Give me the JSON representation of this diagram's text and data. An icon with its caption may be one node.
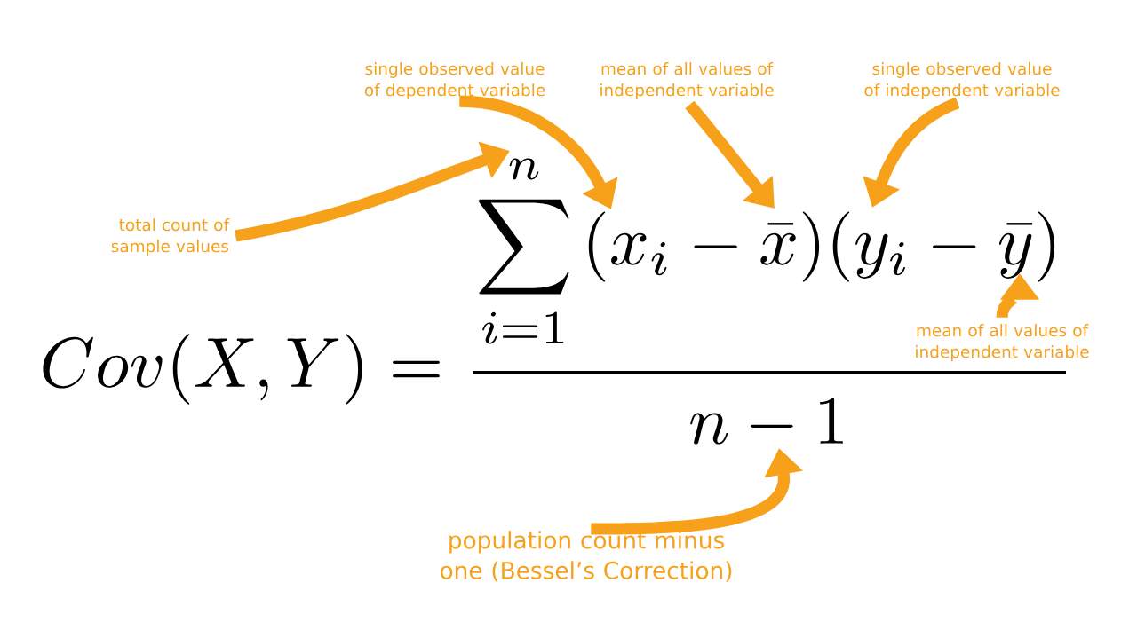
{
  "diagram": {
    "nodes": [
      {
        "text": [
          "total count of sample values"
        ]
      },
      {
        "text": [
          "single observed value of dependent variable"
        ]
      },
      {
        "text": [
          "mean of all values of independent variable"
        ]
      },
      {
        "text": [
          "single observed value of independent variable"
        ]
      },
      {
        "text": [
          "mean of all values of independent variable"
        ]
      },
      {
        "text": [
          "population count minus one (Bessel’s Correction)"
        ]
      },
      {
        "text": [
          "\\sum\\limits_{i=1}^{n}"
        ]
      },
      {
        "text": [
          "(x_i - \\bar{x})(y_i - \\bar{y})"
        ]
      },
      {
        "text": [
          "n-1"
        ]
      }
    ],
    "edges": [
      {
        "from": 0,
        "to": 6,
        "arrow": "to"
      },
      {
        "from": 1,
        "to": 7,
        "arrow": "to"
      },
      {
        "from": 2,
        "to": 7,
        "arrow": "to"
      },
      {
        "from": 3,
        "to": 7,
        "arrow": "to"
      },
      {
        "from": 4,
        "to": 7,
        "arrow": "to"
      },
      {
        "from": 5,
        "to": 8,
        "arrow": "to"
      }
    ],
    "labels": [
      "Cov(X,Y) ="
    ]
  }
}
